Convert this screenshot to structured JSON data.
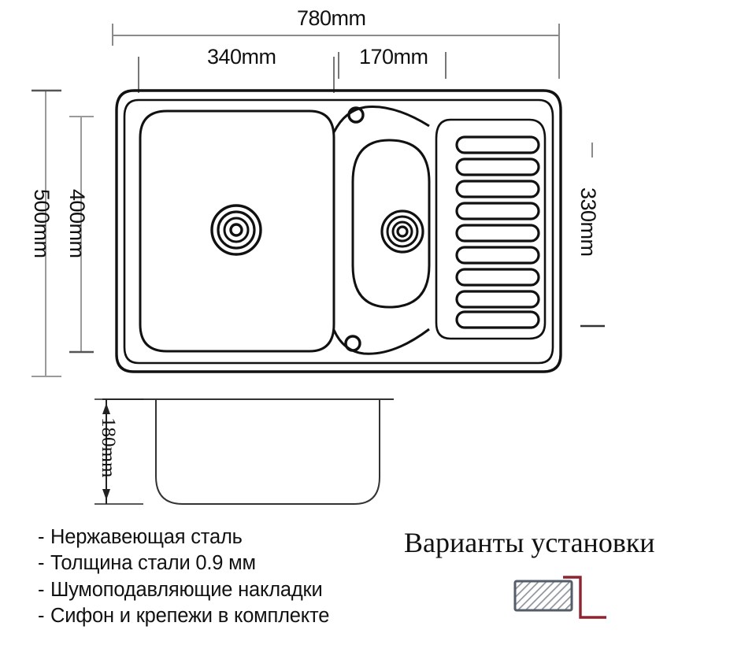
{
  "document": {
    "type": "technical-drawing",
    "subject": "kitchen-sink",
    "background_color": "#ffffff",
    "line_color": "#111111"
  },
  "dimensions": {
    "total_width": "780mm",
    "main_bowl_width": "340mm",
    "second_bowl_width": "170mm",
    "total_depth": "500mm",
    "inner_depth": "400mm",
    "right_depth": "330mm",
    "bowl_height": "180mm"
  },
  "specs": {
    "bullet": "-",
    "items": [
      "Нержавеющая сталь",
      "Толщина стали 0.9 мм",
      "Шумоподавляющие накладки",
      "Сифон и крепежи в комплекте"
    ]
  },
  "install": {
    "title": "Варианты установки",
    "counter_fill_color": "#a7acb3",
    "counter_border_color": "#555e68",
    "sink_edge_color": "#8f2430"
  },
  "sink": {
    "drainer_groove_count": 9,
    "tap_hole_count": 2,
    "drain_count": 2
  }
}
